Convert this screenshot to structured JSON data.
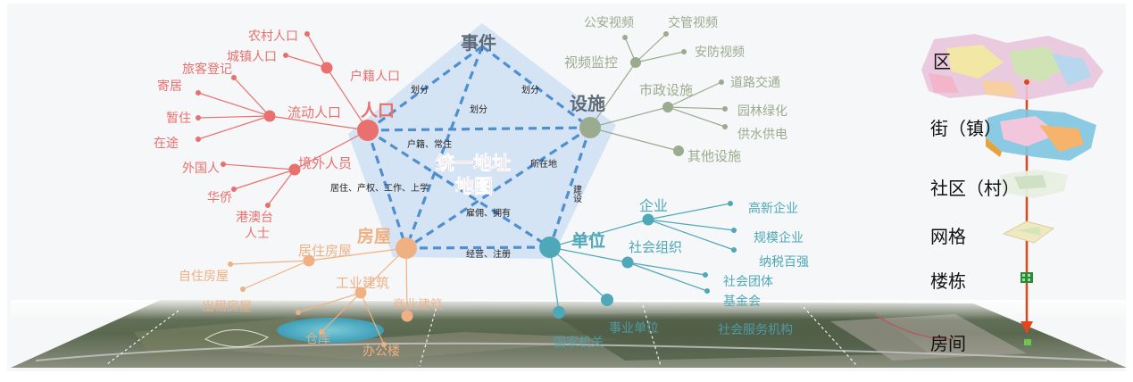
{
  "center": {
    "line1": "统一地址",
    "line2": "地图"
  },
  "colors": {
    "population": "#e8706e",
    "facility": "#9aab8f",
    "unit": "#4ea8b8",
    "house": "#efb184",
    "event": "#5f6a78",
    "dash": "#4f8fd0",
    "hierarchy_line": "#e0461c"
  },
  "hubs": {
    "event": "事件",
    "facility": "设施",
    "population": "人口",
    "house": "房屋",
    "unit": "单位"
  },
  "edge_labels": {
    "e1": "划分",
    "e2": "划分",
    "e3": "划分",
    "e4": "户籍、常住",
    "e5": "所在地",
    "e6": "建设",
    "e7": "居住、产权、工作、上学",
    "e8": "雇佣、拥有",
    "e9": "经营、注册"
  },
  "population": {
    "huji": "户籍人口",
    "nongcun": "农村人口",
    "chengzhen": "城镇人口",
    "liudong": "流动人口",
    "lvke": "旅客登记",
    "jiju": "寄居",
    "zanzhu": "暂住",
    "zaitu": "在途",
    "jingwai": "境外人员",
    "waiguo": "外国人",
    "huaqiao": "华侨",
    "gangao": "港澳台",
    "renshi": "人士"
  },
  "facility": {
    "shipin": "视频监控",
    "gongan": "公安视频",
    "jiaoguan": "交管视频",
    "anfang": "安防视频",
    "shizheng": "市政设施",
    "daolu": "道路交通",
    "yuanlin": "园林绿化",
    "gongshui": "供水供电",
    "qita": "其他设施"
  },
  "unit": {
    "qiye": "企业",
    "gaoxin": "高新企业",
    "guimo": "规模企业",
    "nashui": "纳税百强",
    "shehui": "社会组织",
    "tuanti": "社会团体",
    "jijin": "基金会",
    "xiaoshi": "事业单位",
    "fuwu": "社会服务机构",
    "guojia": "国家机关"
  },
  "house": {
    "juzhu": "居住房屋",
    "zizhu": "自住房屋",
    "chuzu": "出租房屋",
    "gongye": "工业建筑",
    "shangye": "商业建筑",
    "cangku": "仓库",
    "bangong": "办公楼"
  },
  "hierarchy": {
    "district": "区",
    "street": "街（镇）",
    "community": "社区（村）",
    "grid": "网格",
    "building": "楼栋",
    "room": "房间"
  }
}
